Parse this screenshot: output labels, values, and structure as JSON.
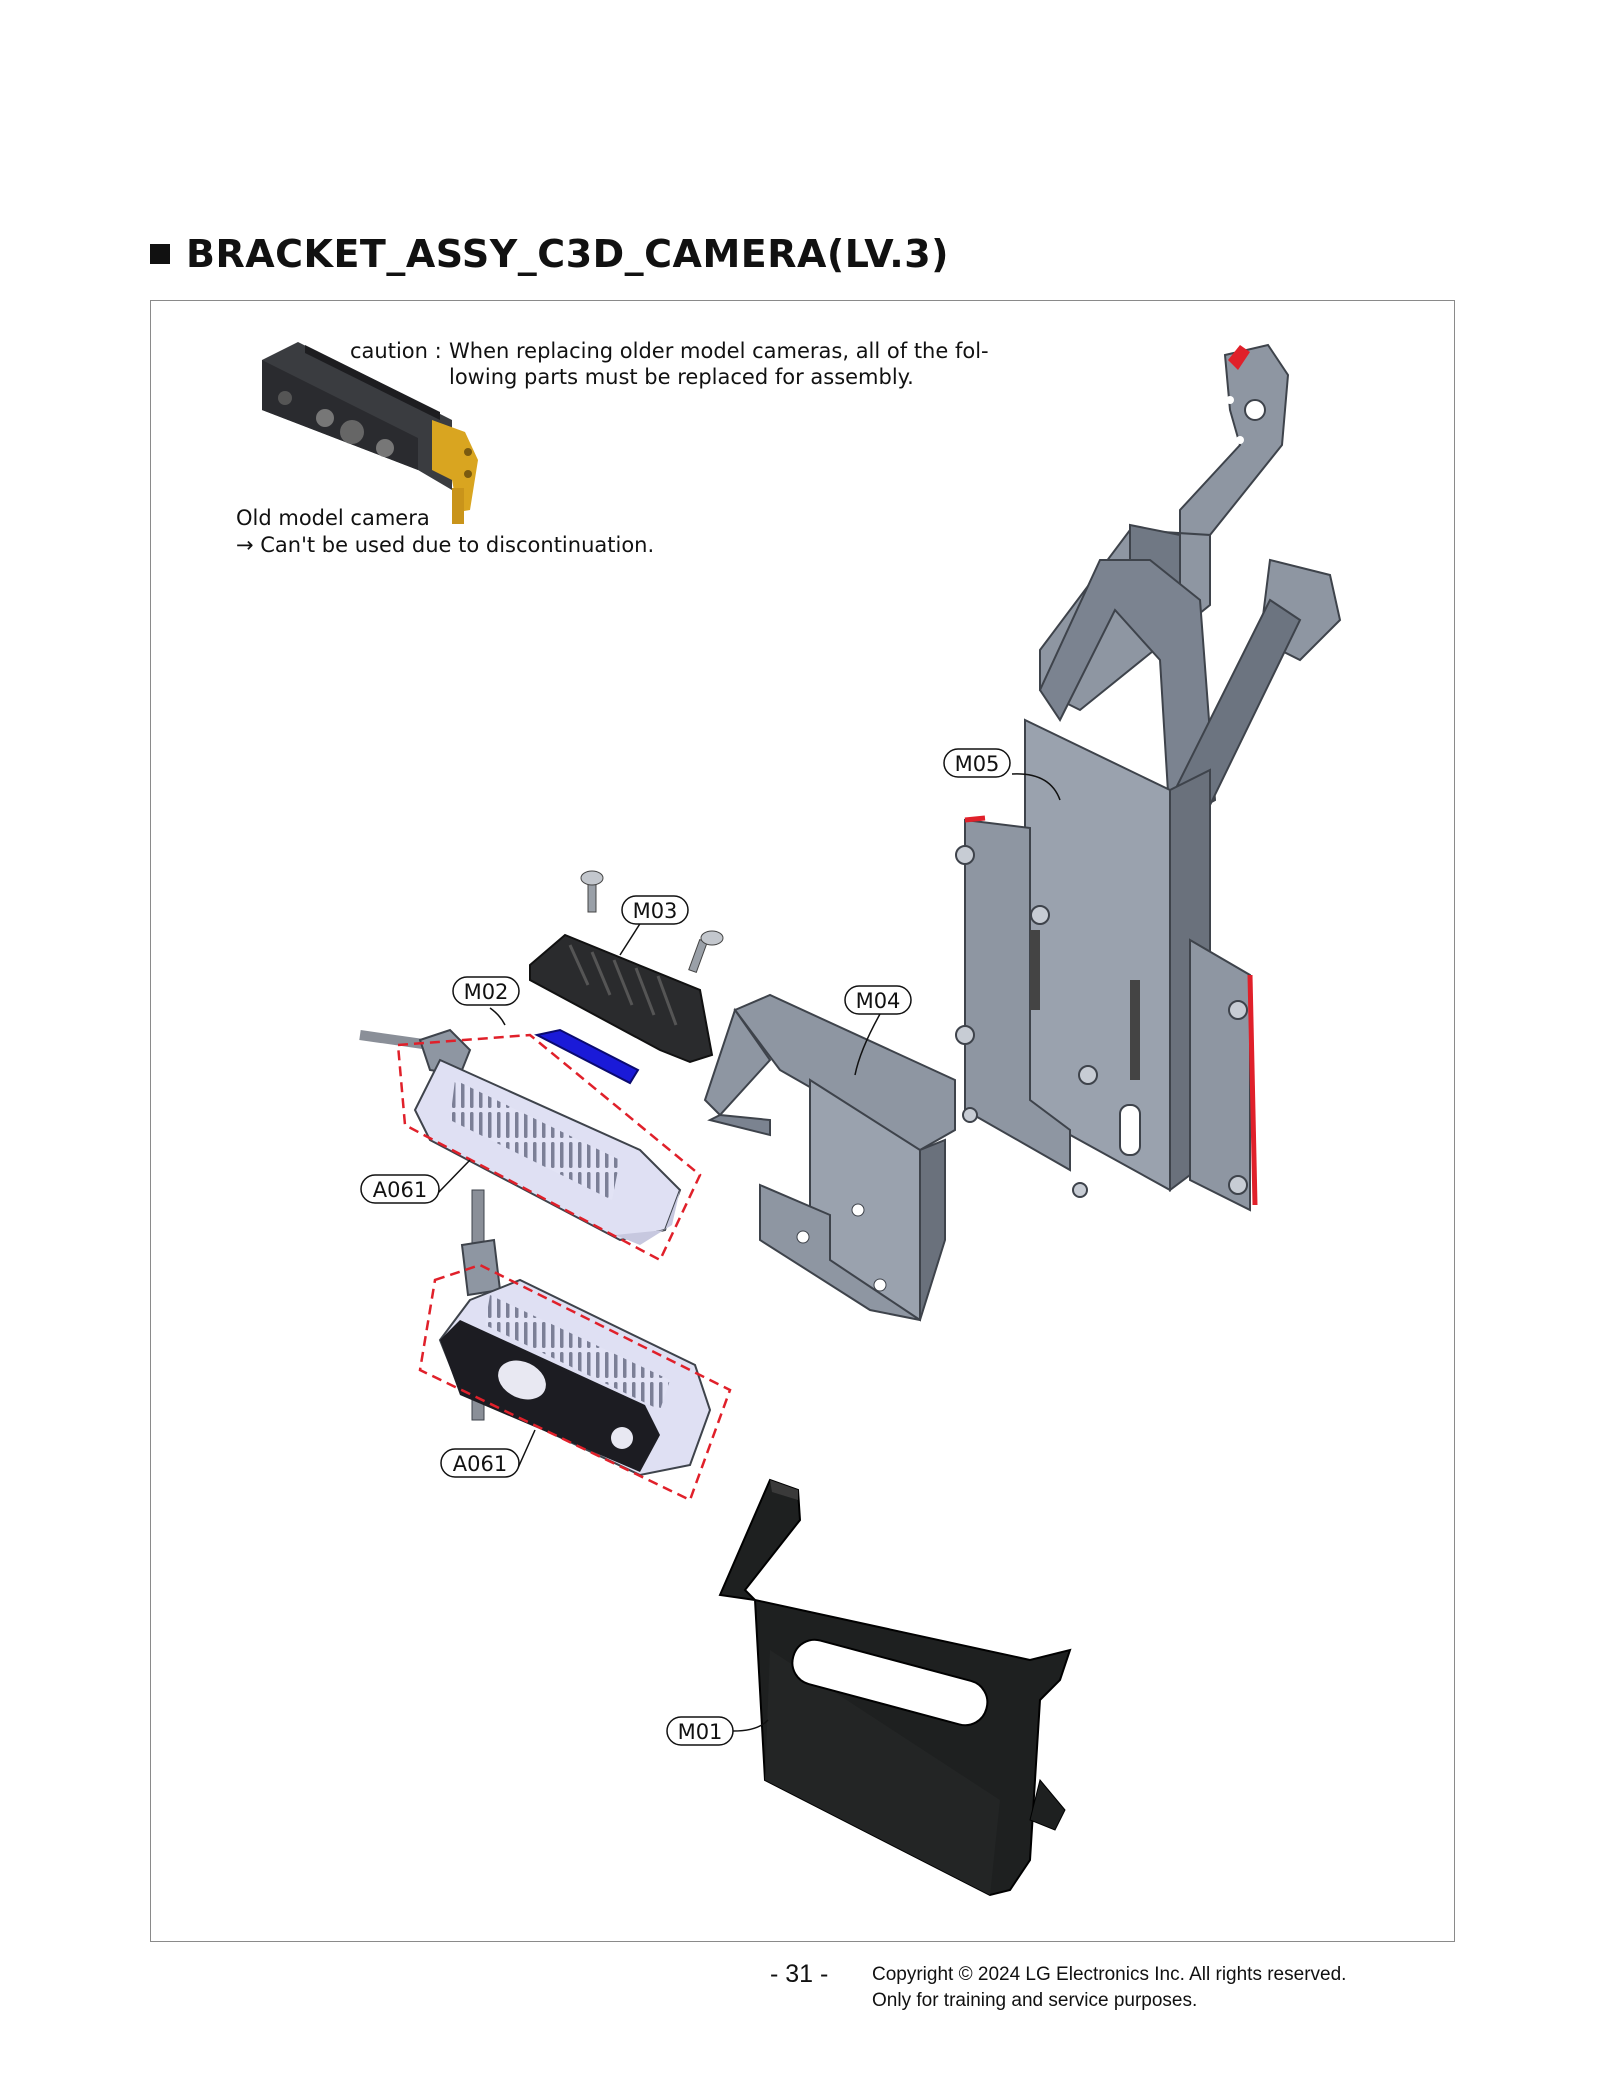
{
  "heading": {
    "title": "BRACKET_ASSY_C3D_CAMERA(LV.3)"
  },
  "caution": {
    "label": "caution :",
    "line1": "When replacing older model cameras, all of the fol-",
    "line2": "lowing parts must be replaced for assembly."
  },
  "old_camera": {
    "line1": "Old model camera",
    "line2": "→ Can't be used due to discontinuation."
  },
  "callouts": {
    "m05": "M05",
    "m03": "M03",
    "m02": "M02",
    "m04": "M04",
    "a061_top": "A061",
    "a061_bottom": "A061",
    "m01": "M01"
  },
  "footer": {
    "page_number": "- 31 -",
    "copyright_line1": "Copyright © 2024 LG Electronics Inc. All rights reserved.",
    "copyright_line2": "Only for training and service purposes."
  },
  "colors": {
    "bracket_gray": "#8e96a2",
    "bracket_dark": "#5c636e",
    "camera_body": "#dfe0f3",
    "camera_front": "#1c1c22",
    "mount_black": "#1e2020",
    "pad_blue": "#1a1ad8",
    "highlight_red": "#e0202a",
    "old_camera_gold": "#d9a520"
  }
}
